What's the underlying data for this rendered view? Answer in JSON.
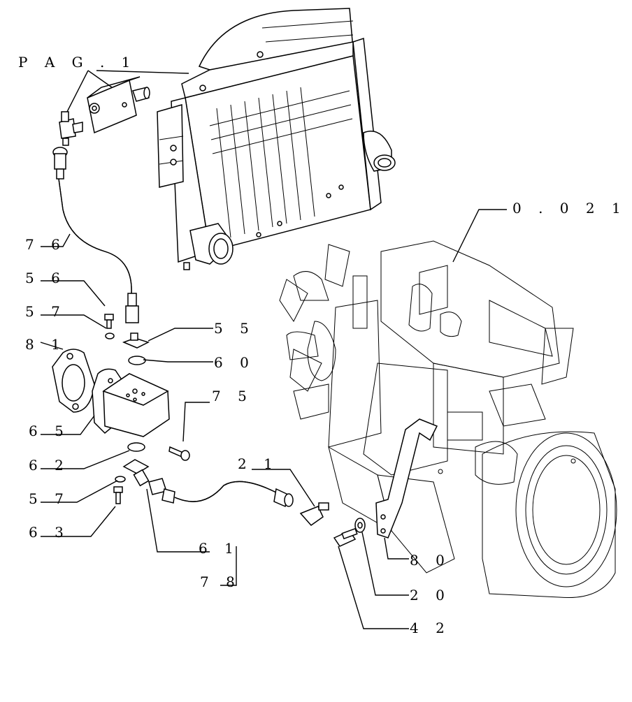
{
  "labels": {
    "pag1": "P A G . 1",
    "ref_0021": "0 . 0 2 1",
    "l76": "7 6",
    "l56": "5 6",
    "l57a": "5 7",
    "l81": "8 1",
    "l55": "5 5",
    "l60": "6 0",
    "l75": "7 5",
    "l65": "6 5",
    "l62": "6 2",
    "l21": "2 1",
    "l57b": "5 7",
    "l63": "6 3",
    "l61": "6 1",
    "l78": "7 8",
    "l80": "8 0",
    "l20": "2 0",
    "l42": "4 2"
  }
}
